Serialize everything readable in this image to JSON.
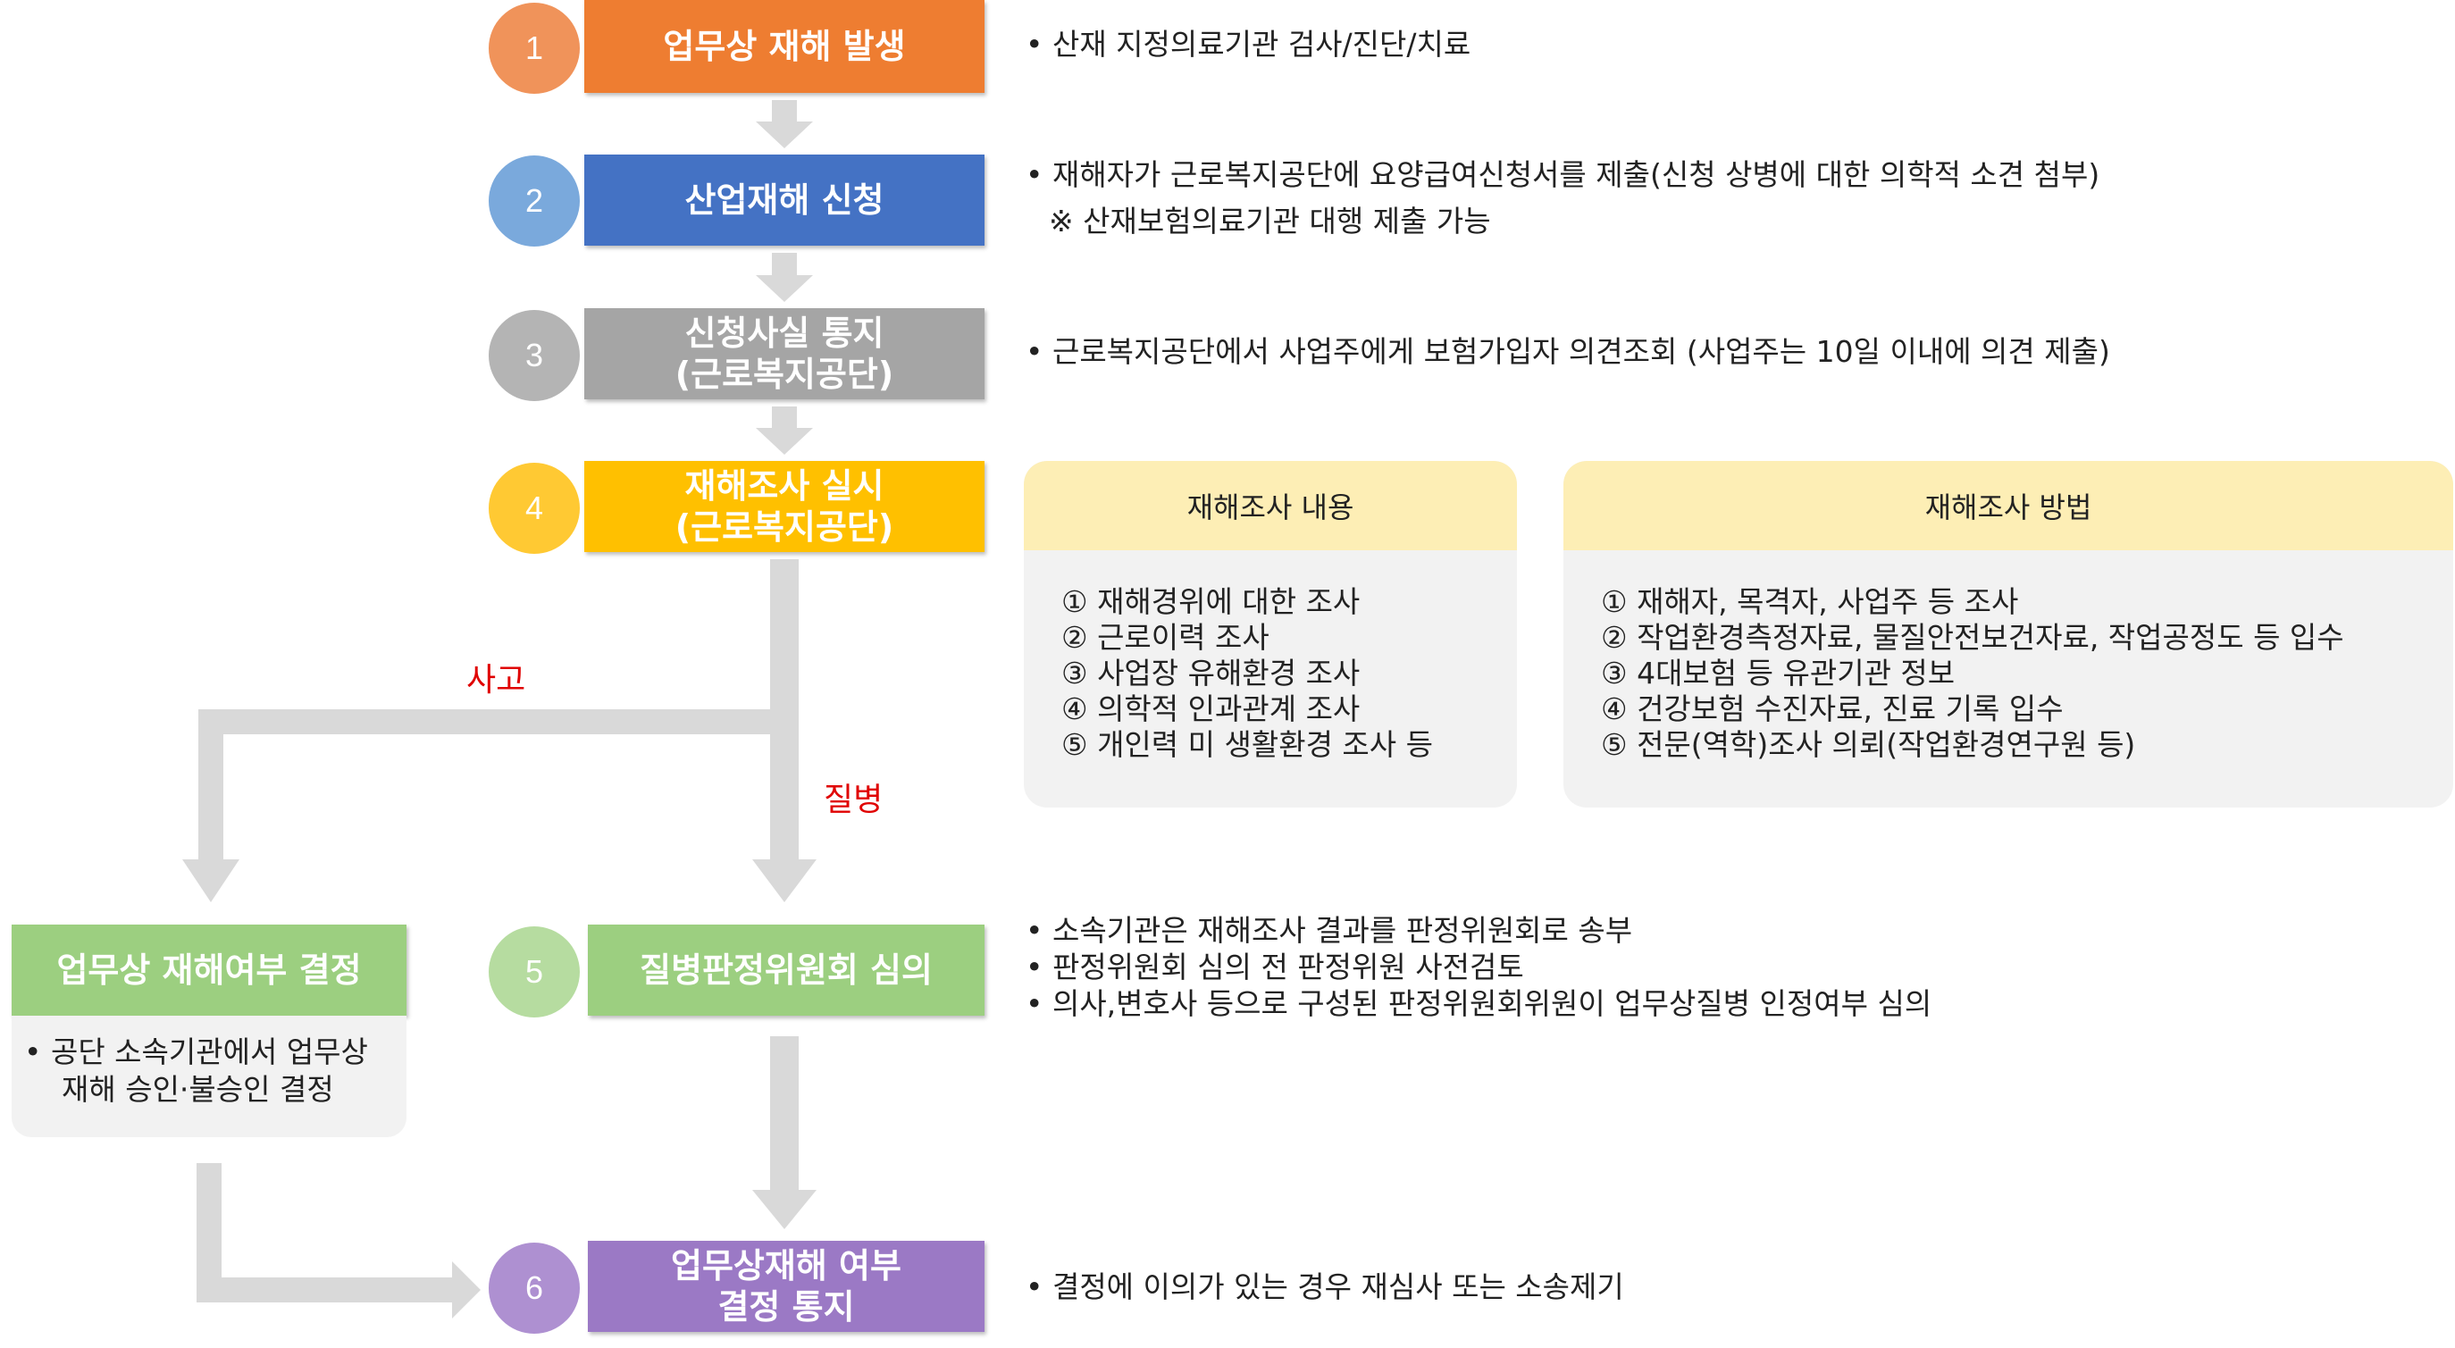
{
  "steps": [
    {
      "num": "1",
      "title_lines": [
        "업무상 재해 발생"
      ],
      "color": "#ee7d31",
      "circle_color": "#f0935a"
    },
    {
      "num": "2",
      "title_lines": [
        "산업재해 신청"
      ],
      "color": "#4472c4",
      "circle_color": "#7aa9dc"
    },
    {
      "num": "3",
      "title_lines": [
        "신청사실 통지",
        "(근로복지공단)"
      ],
      "color": "#a5a5a5",
      "circle_color": "#b4b4b4"
    },
    {
      "num": "4",
      "title_lines": [
        "재해조사 실시",
        "(근로복지공단)"
      ],
      "color": "#ffc000",
      "circle_color": "#ffc933"
    },
    {
      "num": "5",
      "title_lines": [
        "질병판정위원회 심의"
      ],
      "color": "#9ccf80",
      "circle_color": "#b6dca0"
    },
    {
      "num": "6",
      "title_lines": [
        "업무상재해 여부",
        "결정 통지"
      ],
      "color": "#9b79c5",
      "circle_color": "#ae90d1"
    }
  ],
  "descriptions": {
    "step1": [
      "• 산재 지정의료기관 검사/진단/치료"
    ],
    "step2": [
      "• 재해자가 근로복지공단에 요양급여신청서를 제출(신청 상병에 대한 의학적 소견 첨부)",
      "※ 산재보험의료기관 대행 제출 가능"
    ],
    "step3": [
      "• 근로복지공단에서 사업주에게 보험가입자 의견조회 (사업주는 10일 이내에 의견 제출)"
    ],
    "step5": [
      "• 소속기관은 재해조사 결과를 판정위원회로 송부",
      "• 판정위원회 심의 전 판정위원 사전검토",
      "• 의사,변호사 등으로 구성된 판정위원회위원이 업무상질병 인정여부 심의"
    ],
    "step6": [
      "• 결정에 이의가 있는 경우 재심사 또는 소송제기"
    ]
  },
  "investigation_content": {
    "title": "재해조사 내용",
    "items": [
      "① 재해경위에 대한 조사",
      "② 근로이력 조사",
      "③ 사업장 유해환경 조사",
      "④ 의학적 인과관계 조사",
      "⑤ 개인력 미 생활환경 조사 등"
    ]
  },
  "investigation_method": {
    "title": "재해조사 방법",
    "items": [
      "① 재해자, 목격자, 사업주 등 조사",
      "② 작업환경측정자료, 물질안전보건자료, 작업공정도 등 입수",
      "③ 4대보험 등 유관기관 정보",
      "④ 건강보험 수진자료, 진료 기록 입수",
      "⑤ 전문(역학)조사 의뢰(작업환경연구원 등)"
    ]
  },
  "branch": {
    "accident_label": "사고",
    "disease_label": "질병"
  },
  "decision_box": {
    "title": "업무상 재해여부 결정",
    "desc_lines": [
      "• 공단 소속기관에서 업무상",
      "재해 승인·불승인 결정"
    ],
    "color": "#9ccf80"
  },
  "colors": {
    "arrow": "#d9d9d9",
    "panel_bg": "#f2f2f2",
    "panel_head": "#fdeeb5",
    "branch_label": "#e00000"
  }
}
